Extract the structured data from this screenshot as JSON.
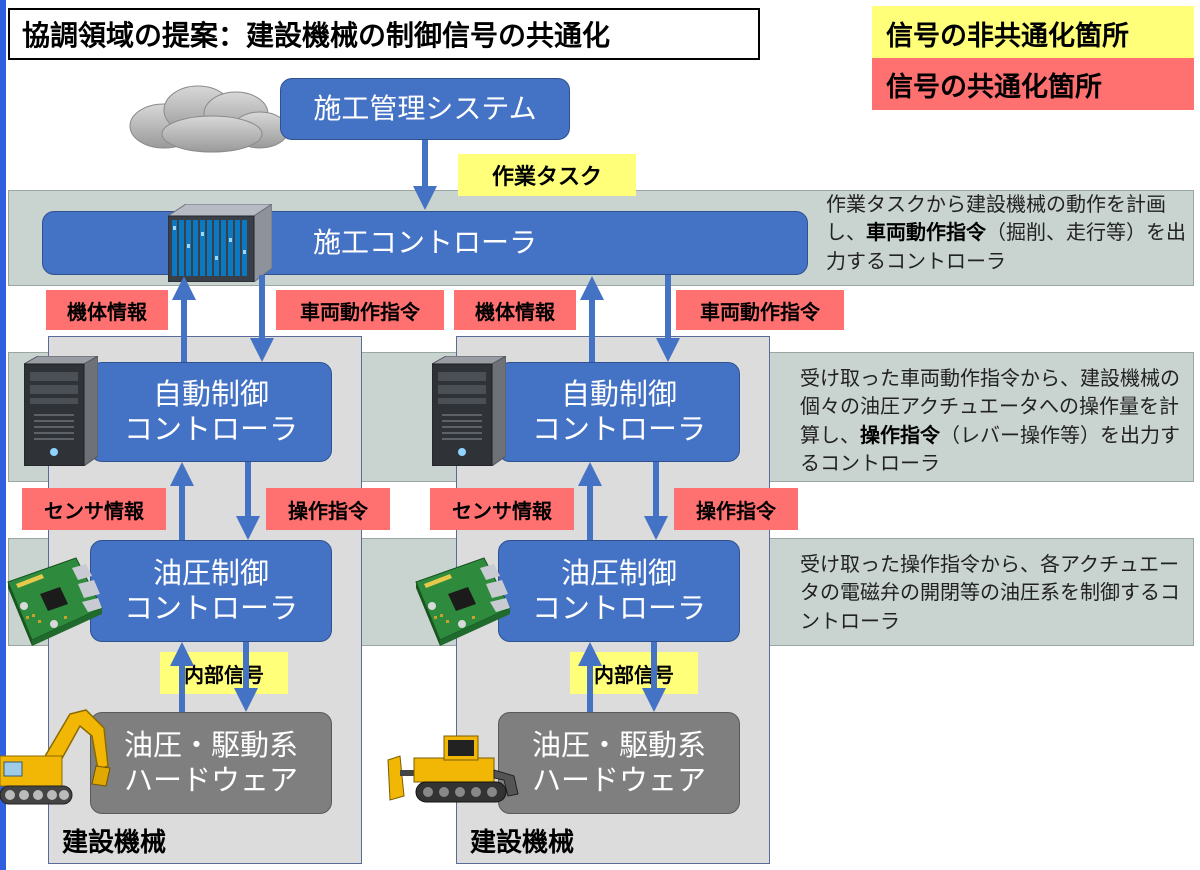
{
  "title": "協調領域の提案：建設機械の制御信号の共通化",
  "legend": {
    "non_common": "信号の非共通化箇所",
    "common": "信号の共通化箇所"
  },
  "top": {
    "management": "施工管理システム",
    "task_tag": "作業タスク",
    "controller": "施工コントローラ"
  },
  "descriptions": {
    "controller": {
      "pre": "作業タスクから建設機械の動作を計画し、",
      "bold": "車両動作指令",
      "post": "（掘削、走行等）を出力するコントローラ"
    },
    "auto": {
      "pre": "受け取った車両動作指令から、建設機械の個々の油圧アクチュエータへの操作量を計算し、",
      "bold": "操作指令",
      "post": "（レバー操作等）を出力するコントローラ"
    },
    "hydraulic": {
      "pre": "受け取った操作指令から、各アクチュエータの電磁弁の開閉等の油圧系を制御するコントローラ",
      "bold": "",
      "post": ""
    }
  },
  "machines": [
    {
      "body_tag": "機体情報",
      "vehicle_cmd_tag": "車両動作指令",
      "auto_ctrl": "自動制御\nコントローラ",
      "sensor_tag": "センサ情報",
      "op_cmd_tag": "操作指令",
      "hyd_ctrl": "油圧制御\nコントローラ",
      "internal_tag": "内部信号",
      "hardware": "油圧・駆動系\nハードウェア",
      "label": "建設機械",
      "vehicle_icon": "excavator-icon"
    },
    {
      "body_tag": "機体情報",
      "vehicle_cmd_tag": "車両動作指令",
      "auto_ctrl": "自動制御\nコントローラ",
      "sensor_tag": "センサ情報",
      "op_cmd_tag": "操作指令",
      "hyd_ctrl": "油圧制御\nコントローラ",
      "internal_tag": "内部信号",
      "hardware": "油圧・駆動系\nハードウェア",
      "label": "建設機械",
      "vehicle_icon": "bulldozer-icon"
    }
  ],
  "colors": {
    "blue_box": "#4472c4",
    "gray_box": "#7f7f7f",
    "signal_yellow": "#ffff7a",
    "signal_red": "#ff7070",
    "band": "#c9d3cf",
    "machine_bg": "#dcdcdc"
  }
}
